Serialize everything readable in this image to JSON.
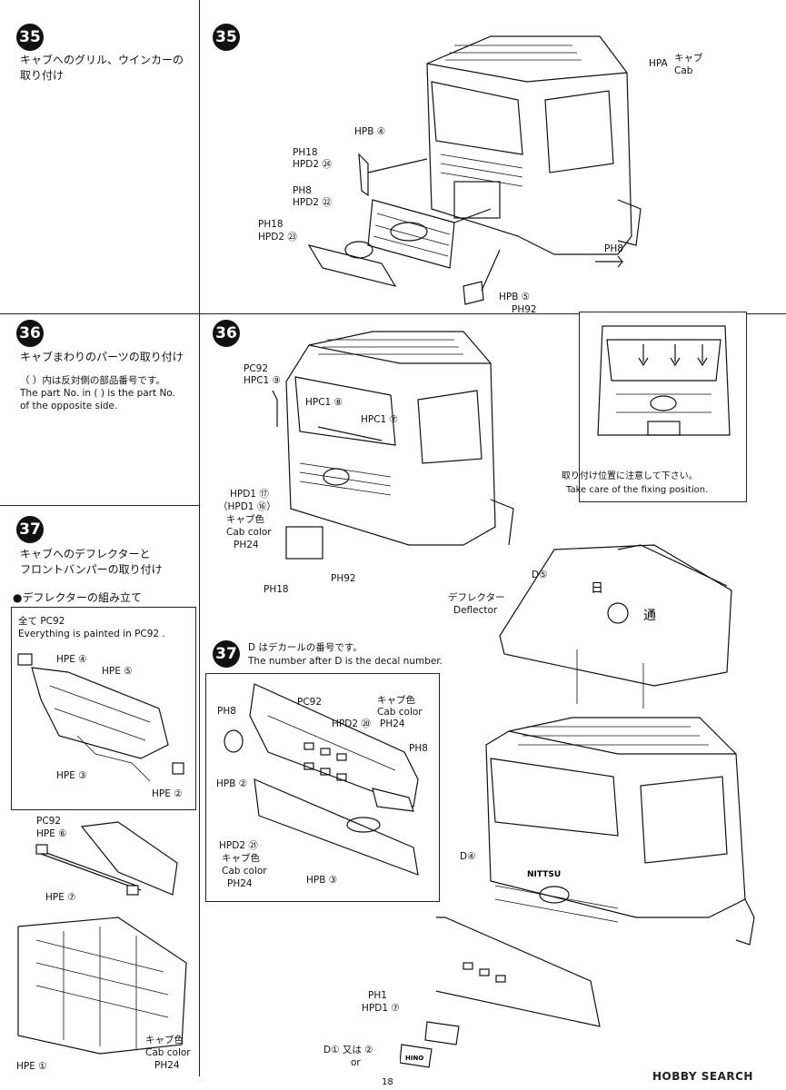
{
  "page_number": "18",
  "watermark": "HOBBY SEARCH",
  "steps": [
    {
      "number": "35",
      "title_jp_line1": "キャブへのグリル、ウインカーの",
      "title_jp_line2": "取り付け",
      "labels": {
        "hpa": "HPA",
        "hpa_jp": "キャブ",
        "hpa_en": "Cab",
        "hpb4": "HPB ④",
        "ph18_a": "PH18",
        "hpd2_24": "HPD2 ㉔",
        "ph8_a": "PH8",
        "hpd2_22": "HPD2 ㉒",
        "ph18_b": "PH18",
        "hpd2_23": "HPD2 ㉓",
        "ph8_b": "PH8",
        "hpb5": "HPB ⑤",
        "ph92": "PH92"
      }
    },
    {
      "number": "36",
      "title_jp": "キャブまわりのパーツの取り付け",
      "note_jp": "（ ）内は反対側の部品番号です。",
      "note_en_1": "The part No. in (  ) is the part No.",
      "note_en_2": "of the opposite side.",
      "labels": {
        "pc92": "PC92",
        "hpc1_9": "HPC1 ⑨",
        "hpc1_8": "HPC1 ⑧",
        "hpc1_7": "HPC1 ⑦",
        "hpd1_17": "HPD1 ⑰",
        "hpd1_16": "（HPD1 ⑯）",
        "cab_color_jp": "キャブ色",
        "cab_color_en": "Cab color",
        "ph24": "PH24",
        "ph18": "PH18",
        "ph92": "PH92",
        "inset_jp": "取り付け位置に注意して下さい。",
        "inset_en": "Take care of the fixing position."
      }
    },
    {
      "number": "37",
      "title_jp_line1": "キャブへのデフレクターと",
      "title_jp_line2": "フロントバンパーの取り付け",
      "sub_jp": "●デフレクターの組み立て",
      "box_note_jp": "全て PC92",
      "box_note_en": "Everything is painted in PC92 .",
      "labels": {
        "hpe4": "HPE ④",
        "hpe5": "HPE ⑤",
        "hpe3": "HPE ③",
        "hpe2": "HPE ②",
        "pc92": "PC92",
        "hpe6": "HPE ⑥",
        "hpe7": "HPE ⑦",
        "hpe1": "HPE ①",
        "cab_color_jp": "キャブ色",
        "cab_color_en": "Cab color",
        "ph24": "PH24"
      },
      "decal_note_jp": "D はデカールの番号です。",
      "decal_note_en": "The number after D is the decal number.",
      "right_labels": {
        "d5": "D⑤",
        "deflector_jp": "デフレクター",
        "deflector_en": "Deflector",
        "d4": "D④",
        "ph1": "PH1",
        "hpd1_7": "HPD1 ⑦",
        "d1_or_d2": "D① 又は ②",
        "or": "or",
        "nittsu": "NITTSU",
        "kanji1": "日",
        "kanji2": "通",
        "hino": "HINO"
      },
      "bumper_labels": {
        "ph8_a": "PH8",
        "pc92": "PC92",
        "cab_color_jp": "キャブ色",
        "cab_color_en": "Cab color",
        "hpd2_20": "HPD2 ⑳",
        "ph24_a": "PH24",
        "ph8_b": "PH8",
        "hpb2": "HPB ②",
        "hpd2_21": "HPD2 ㉑",
        "cab_color_jp2": "キャブ色",
        "cab_color_en2": "Cab color",
        "ph24_b": "PH24",
        "hpb3": "HPB ③"
      }
    }
  ]
}
